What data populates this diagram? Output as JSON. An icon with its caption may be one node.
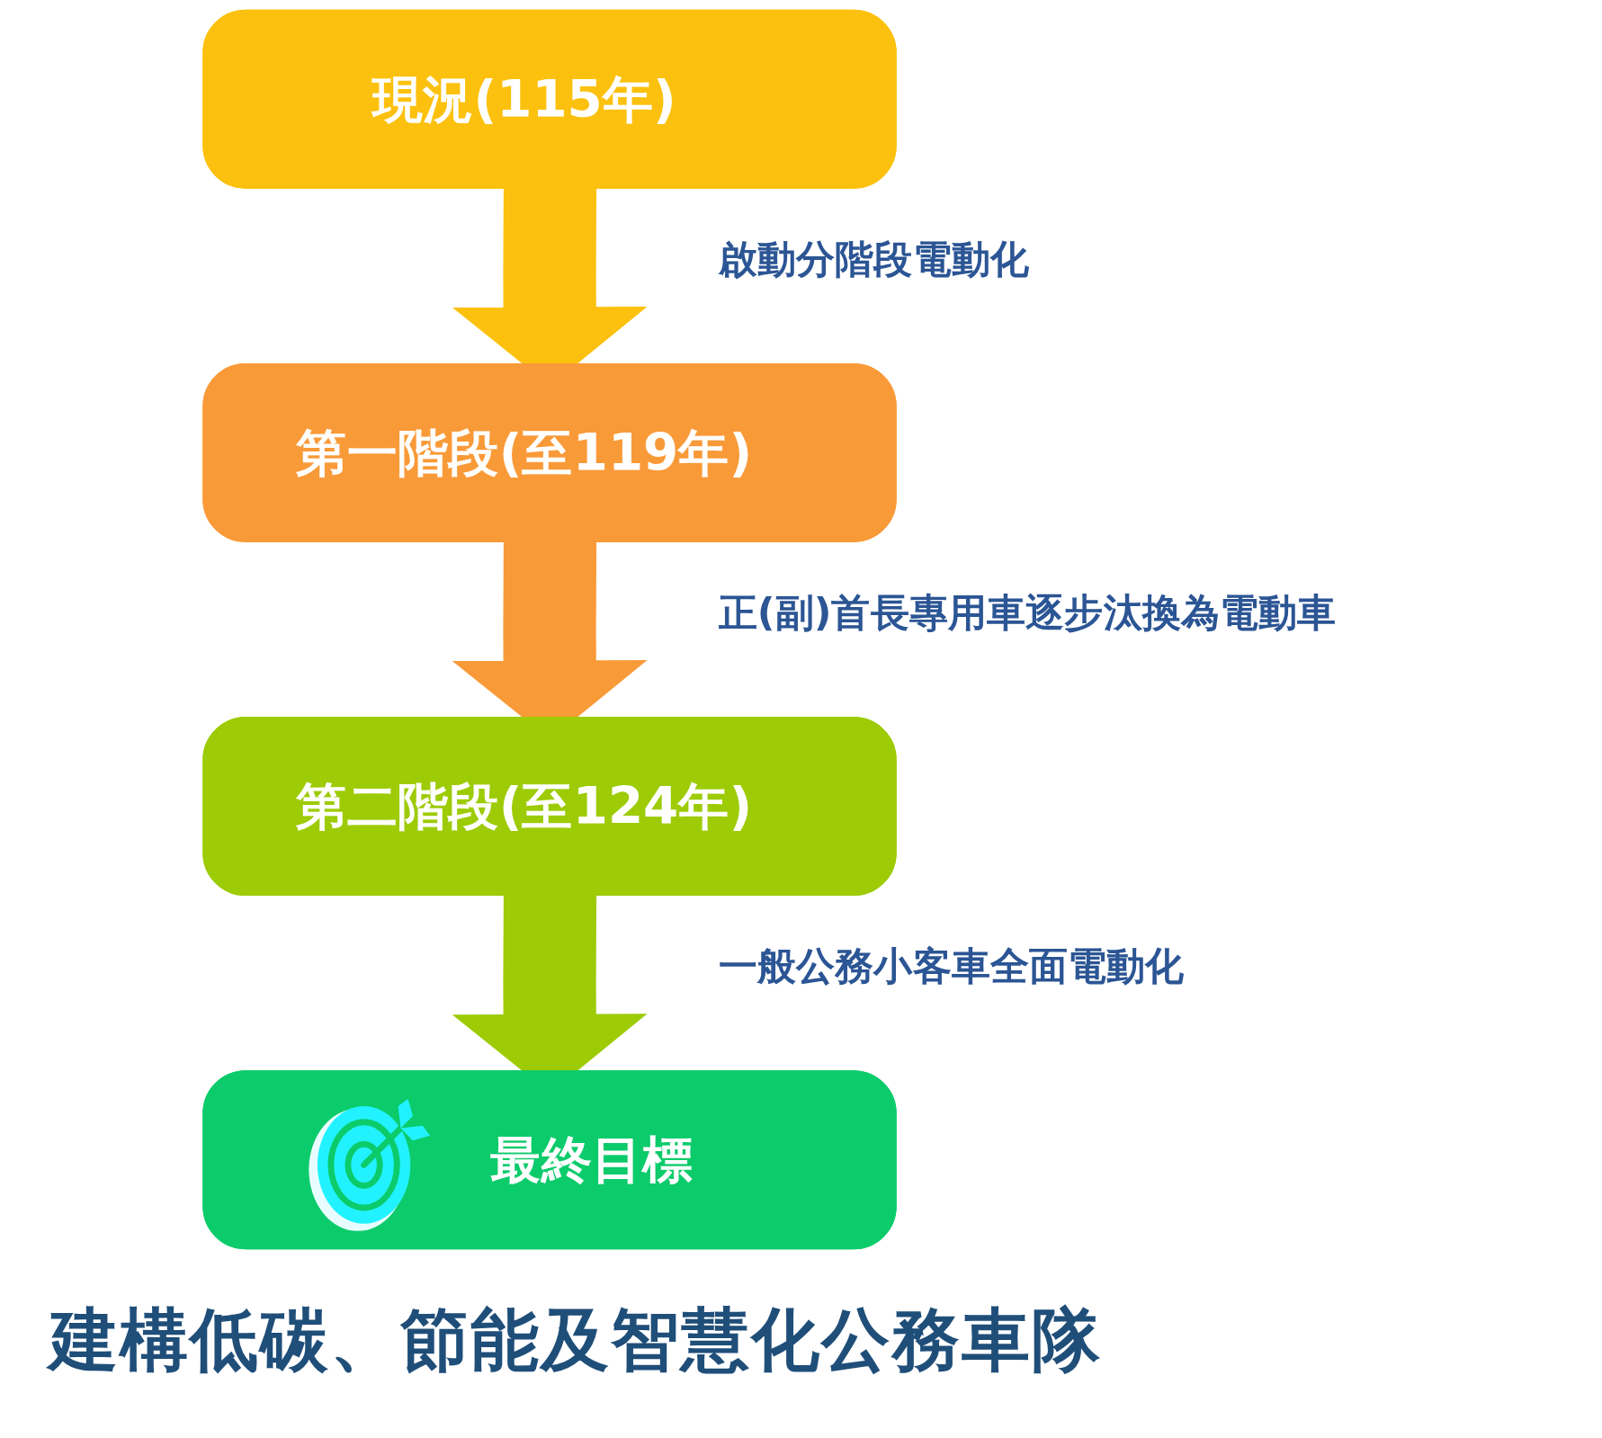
{
  "diagram": {
    "caption": "建構低碳、節能及智慧化公務車隊",
    "nodes": [
      {
        "text": [
          "現況(115年)"
        ]
      },
      {
        "text": [
          "第一階段(至119年)"
        ]
      },
      {
        "text": [
          "第二階段(至124年)"
        ]
      },
      {
        "text": [
          "最終目標"
        ]
      }
    ],
    "edges": [
      {
        "from": 0,
        "to": 1,
        "arrow": "to",
        "label": "啟動分階段電動化",
        "color": "#fcc10e"
      },
      {
        "from": 1,
        "to": 2,
        "arrow": "to",
        "label": "正(副)首長專用車逐步汰換為電動車",
        "color": "#f99a38"
      },
      {
        "from": 2,
        "to": 3,
        "arrow": "to",
        "label": "一般公務小客車全面電動化",
        "color": "#9dcb05"
      }
    ]
  }
}
